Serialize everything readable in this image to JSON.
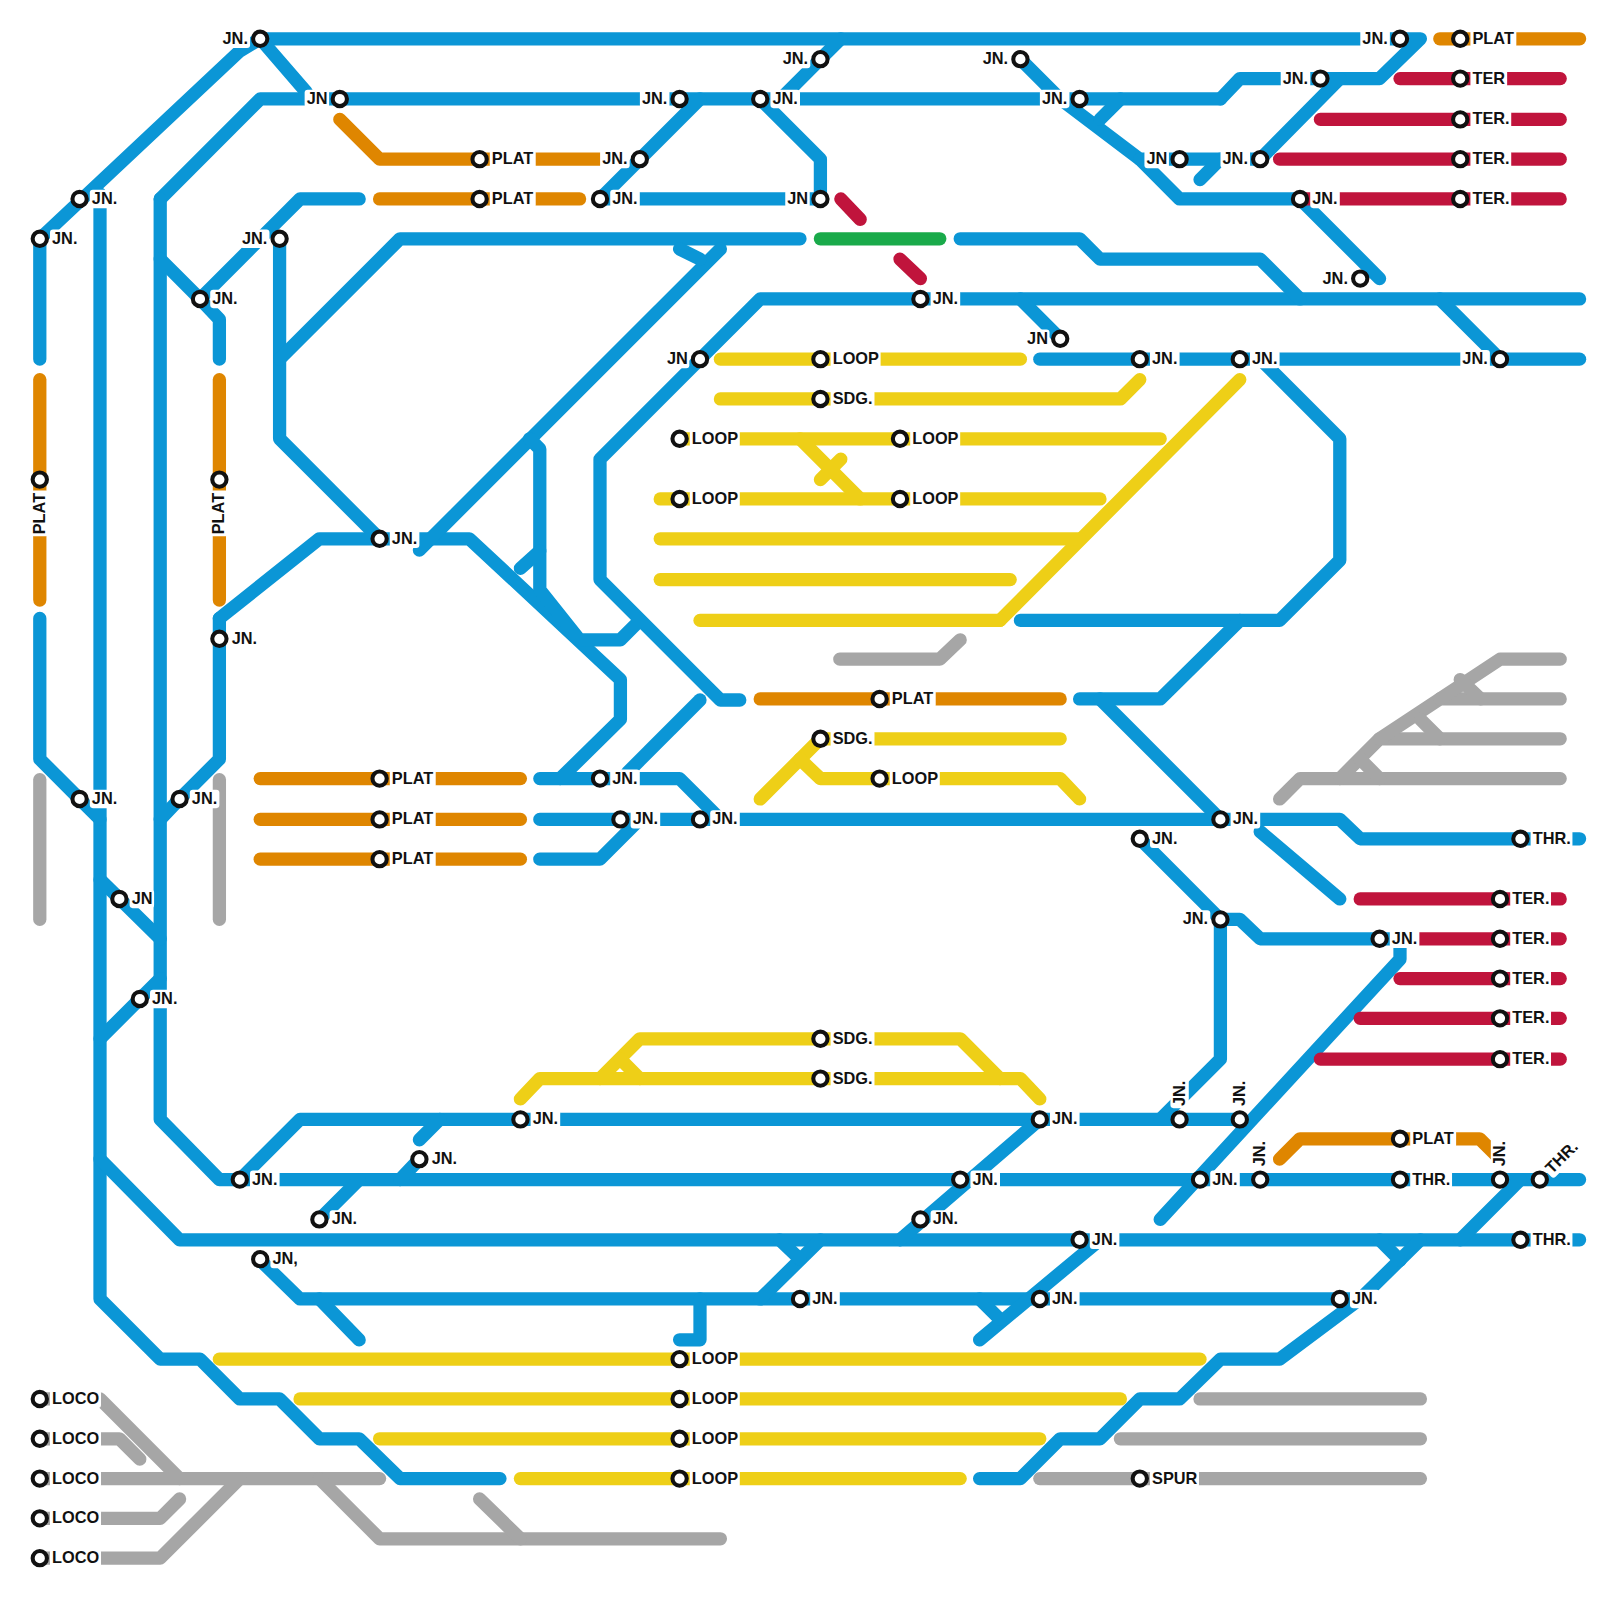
{
  "diagram": {
    "labels": [
      "JN.",
      "JN",
      "PLAT",
      "JN.",
      "JN.",
      "JN.",
      "JN.",
      "JN.",
      "JN.",
      "JN.",
      "PLAT",
      "JN.",
      "TER",
      "TER.",
      "JN",
      "JN.",
      "TER.",
      "JN.",
      "TER.",
      "PLAT",
      "JN.",
      "JN",
      "JN.",
      "JN.",
      "JN.",
      "JN.",
      "JN.",
      "JN.",
      "JN",
      "JN.",
      "JN.",
      "JN.",
      "JN",
      "LOOP",
      "SDG.",
      "LOOP",
      "LOOP",
      "LOOP",
      "LOOP",
      "PLAT",
      "PLAT",
      "JN.",
      "JN.",
      "PLAT",
      "SDG.",
      "LOOP",
      "PLAT",
      "PLAT",
      "PLAT",
      "JN.",
      "JN.",
      "JN.",
      "JN.",
      "JN.",
      "JN.",
      "JN.",
      "THR.",
      "JN",
      "JN.",
      "JN.",
      "JN.",
      "TER.",
      "TER.",
      "TER.",
      "TER.",
      "TER.",
      "SDG.",
      "SDG.",
      "JN.",
      "JN.",
      "JN.",
      "JN.",
      "JN.",
      "JN.",
      "JN.",
      "JN.",
      "JN.",
      "PLAT",
      "THR.",
      "JN.",
      "THR.",
      "JN.",
      "JN.",
      "THR.",
      "JN.",
      "JN,",
      "JN.",
      "JN.",
      "JN.",
      "LOOP",
      "LOOP",
      "LOOP",
      "LOOP",
      "LOCO",
      "LOCO",
      "LOCO",
      "LOCO",
      "LOCO",
      "SPUR"
    ]
  }
}
